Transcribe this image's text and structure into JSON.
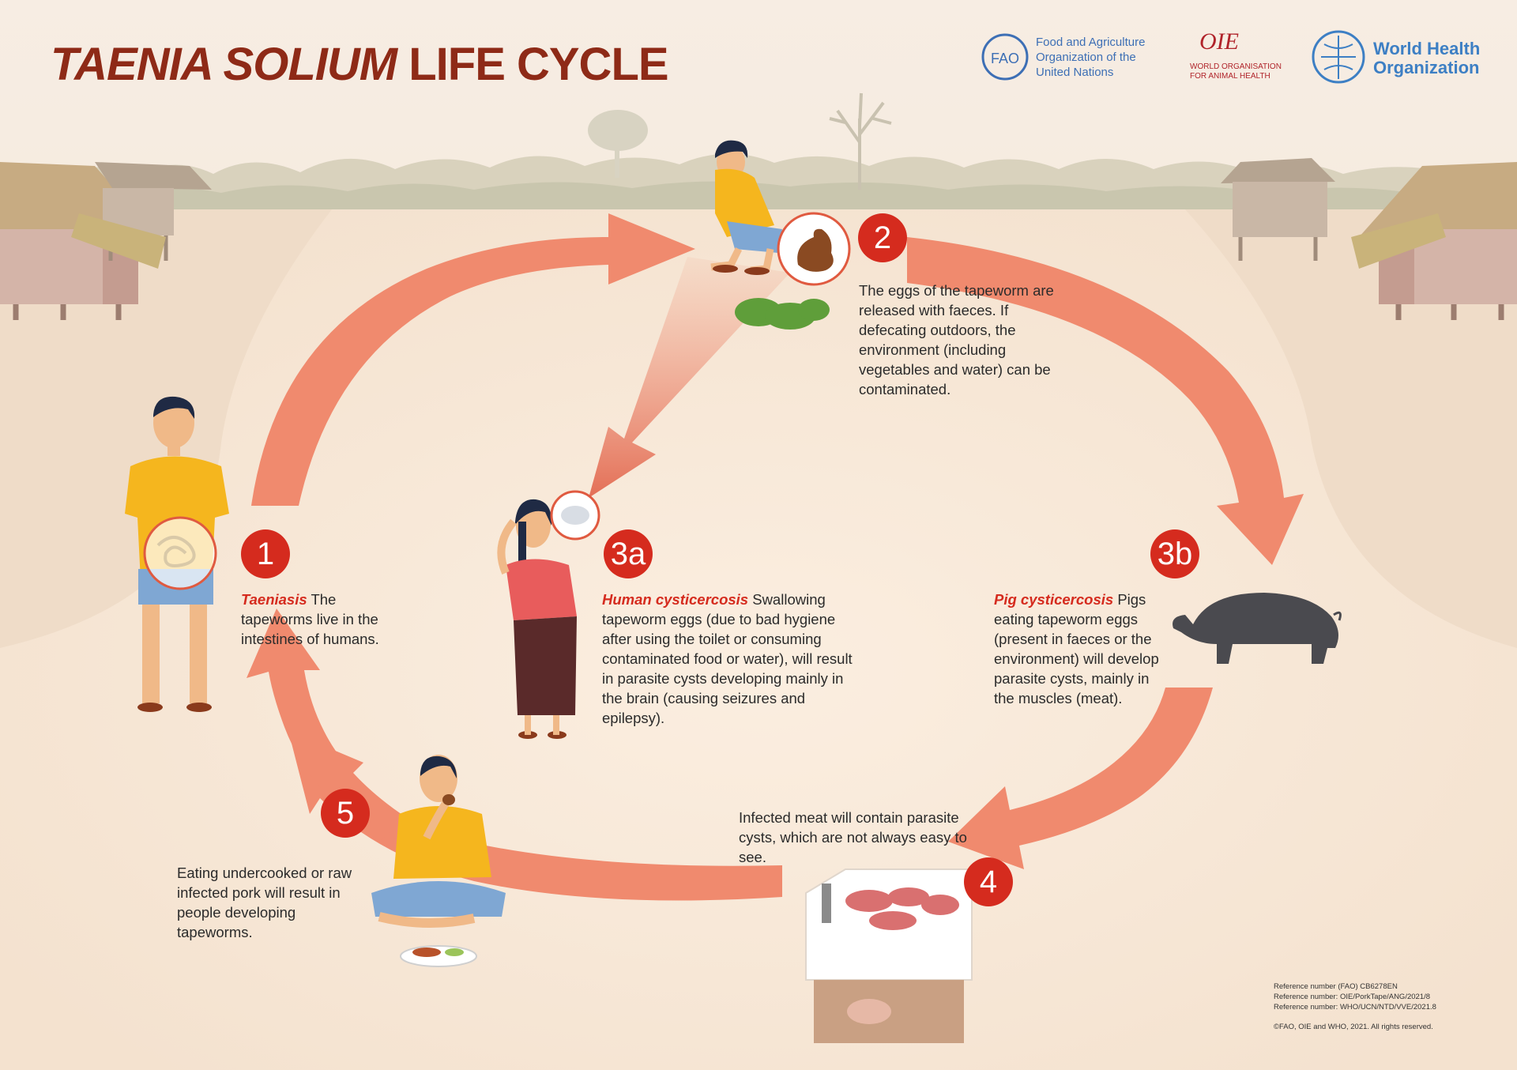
{
  "title": {
    "italic": "TAENIA SOLIUM",
    "rest": "LIFE CYCLE"
  },
  "logos": {
    "fao": "Food and Agriculture Organization of the United Nations",
    "oie_mark": "OIE",
    "oie": "World Organisation for Animal Health",
    "who": "World Health Organization"
  },
  "steps": [
    {
      "number": "1",
      "highlight": "Taeniasis",
      "text": "The tapeworms live in the intestines of humans."
    },
    {
      "number": "2",
      "highlight": "",
      "text": "The eggs of the tapeworm are released with faeces. If defecating outdoors, the environment (including vegetables and water) can be contaminated."
    },
    {
      "number": "3a",
      "highlight": "Human cysticercosis",
      "text": "Swallowing tapeworm eggs (due to bad hygiene after using the toilet or consuming contaminated food or water), will result in parasite cysts developing mainly in the brain (causing seizures and epilepsy)."
    },
    {
      "number": "3b",
      "highlight": "Pig cysticercosis",
      "text": "Pigs eating tapeworm eggs (present in faeces or the environment) will develop parasite cysts, mainly in the muscles (meat)."
    },
    {
      "number": "4",
      "highlight": "",
      "text": "Infected meat will contain parasite cysts, which are not always easy to see."
    },
    {
      "number": "5",
      "highlight": "",
      "text": "Eating undercooked or raw infected pork will result in people developing tapeworms."
    }
  ],
  "references": {
    "fao": "Reference number (FAO) CB6278EN",
    "oie": "Reference number: OIE/PorkTape/ANG/2021/8",
    "who": "Reference number: WHO/UCN/NTD/VVE/2021.8",
    "copyright": "©FAO, OIE and WHO, 2021. All rights reserved."
  },
  "colors": {
    "arrow": "#f08a6e",
    "badge": "#d52b1e",
    "title": "#8e2a17",
    "background": "#f6e9dc"
  }
}
